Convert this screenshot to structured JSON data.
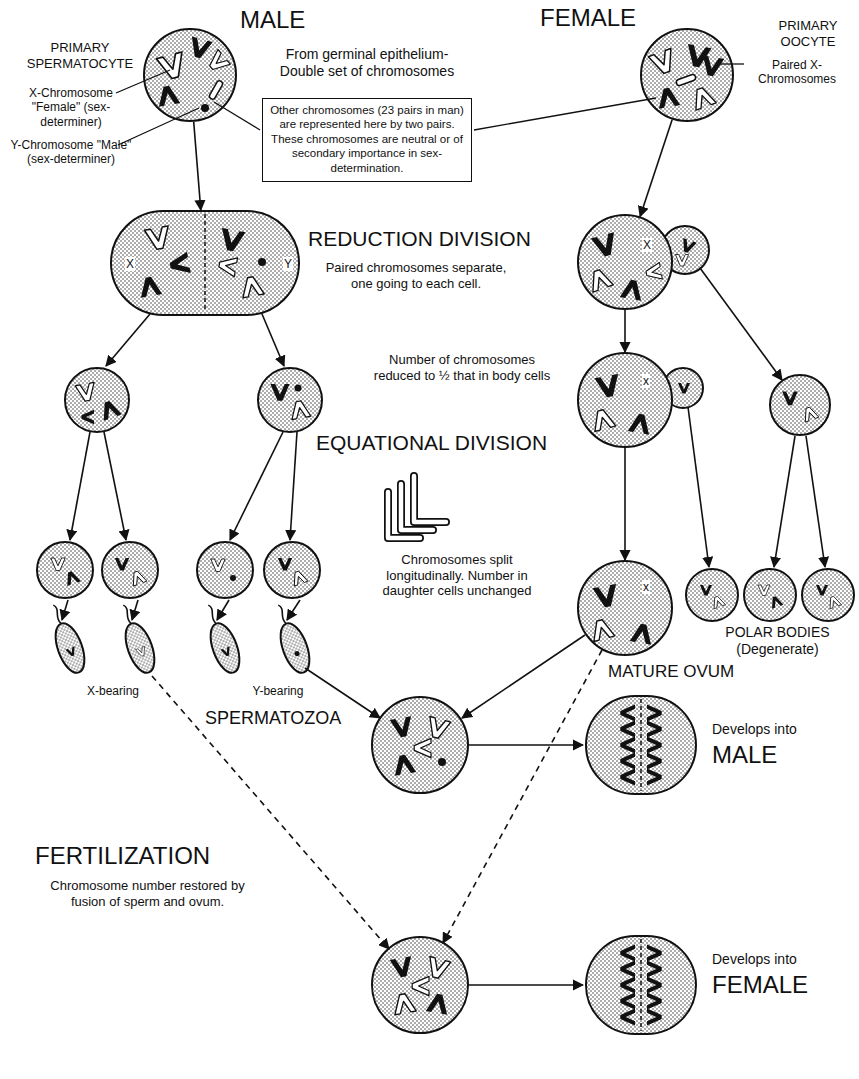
{
  "diagram": {
    "nodes": [
      {
        "text": [
          "PRIMARY SPERMATOCYTE"
        ]
      },
      {
        "text": [
          "PRIMARY OOCYTE"
        ]
      },
      {
        "text": [
          "Other chromosomes (23 pairs in man) are represented here by two pairs. These chromosomes are neutral or of secondary importance in sex-determination."
        ]
      },
      {
        "text": [
          "X",
          "Y"
        ]
      },
      {
        "text": [
          "X"
        ]
      },
      {
        "text": [
          "x"
        ]
      },
      {
        "text": [
          "x",
          "MATURE OVUM"
        ]
      },
      {
        "text": [
          "Develops into",
          "MALE"
        ]
      },
      {
        "text": [
          "Develops into",
          "FEMALE"
        ]
      }
    ],
    "edges": [
      {
        "from": 0,
        "to": 3,
        "arrow": "to"
      },
      {
        "from": 1,
        "to": 4,
        "arrow": "to"
      },
      {
        "from": 4,
        "to": 5,
        "arrow": "to"
      },
      {
        "from": 5,
        "to": 6,
        "arrow": "to"
      }
    ],
    "labels": [
      "MALE",
      "FEMALE",
      "X-Chromosome \"Female\" (sex-determiner)",
      "Y-Chromosome \"Male\" (sex-determiner)",
      "Paired X-Chromosomes",
      "From germinal epithelium- Double set of chromosomes",
      "REDUCTION DIVISION",
      "Paired chromosomes separate, one going to each cell.",
      "Number of chromosomes reduced to ½ that in body cells",
      "EQUATIONAL DIVISION",
      "Chromosomes split longitudinally. Number in daughter cells unchanged",
      "POLAR BODIES (Degenerate)",
      "X-bearing",
      "Y-bearing",
      "SPERMATOZOA",
      "FERTILIZATION",
      "Chromosome number restored by fusion of sperm and ovum."
    ]
  }
}
